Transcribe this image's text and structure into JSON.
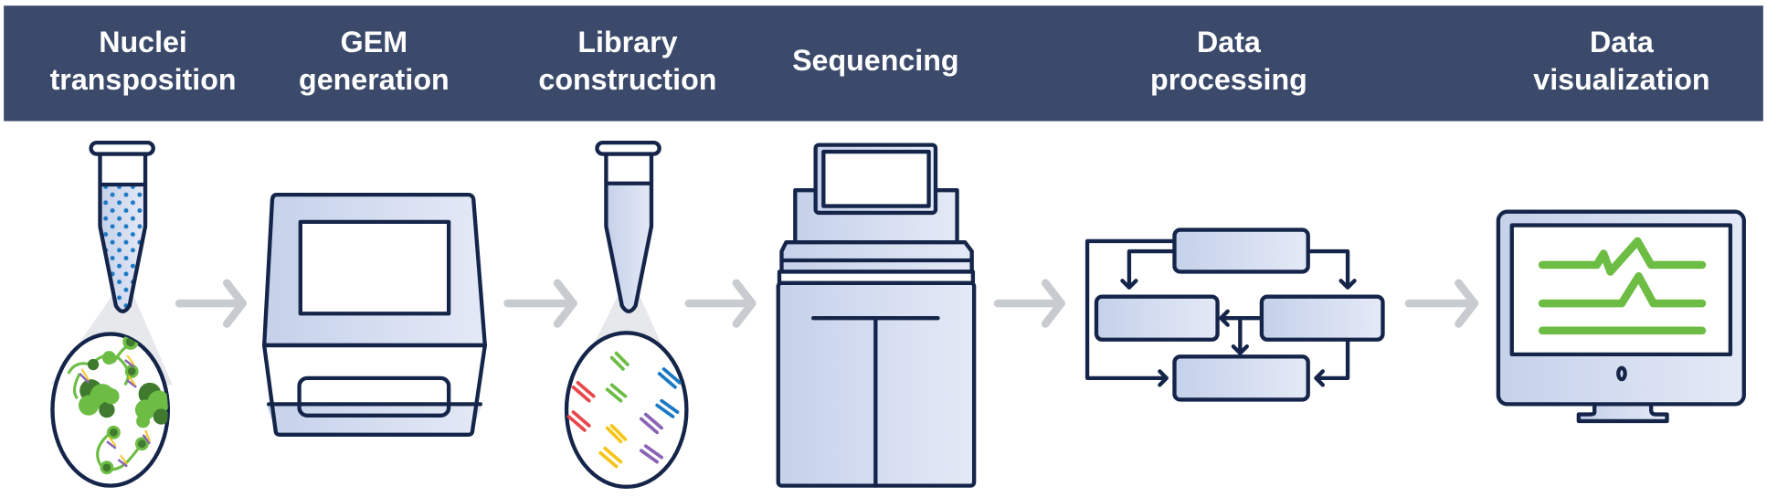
{
  "header": {
    "background": "#3b4a6b",
    "steps": [
      {
        "line1": "Nuclei",
        "line2": "transposition"
      },
      {
        "line1": "GEM",
        "line2": "generation"
      },
      {
        "line1": "Library",
        "line2": "construction"
      },
      {
        "line1": "Sequencing",
        "line2": ""
      },
      {
        "line1": "Data",
        "line2": "processing"
      },
      {
        "line1": "Data",
        "line2": "visualization"
      }
    ]
  },
  "colors": {
    "outline": "#15254a",
    "fill_light": "#e4e9f6",
    "fill_dark": "#c5d1ea",
    "arrow": "#c8ccd1",
    "green": "#6dbd45",
    "dot_blue": "#1a79c4",
    "fragment_colors": [
      "#e8474b",
      "#6dbd45",
      "#1a79c4",
      "#8a63b4",
      "#f5c518"
    ]
  },
  "icons": [
    "nuclei-tube-icon",
    "gem-instrument-icon",
    "library-tube-icon",
    "sequencer-icon",
    "flowchart-icon",
    "monitor-icon",
    "arrow-right-icon"
  ]
}
